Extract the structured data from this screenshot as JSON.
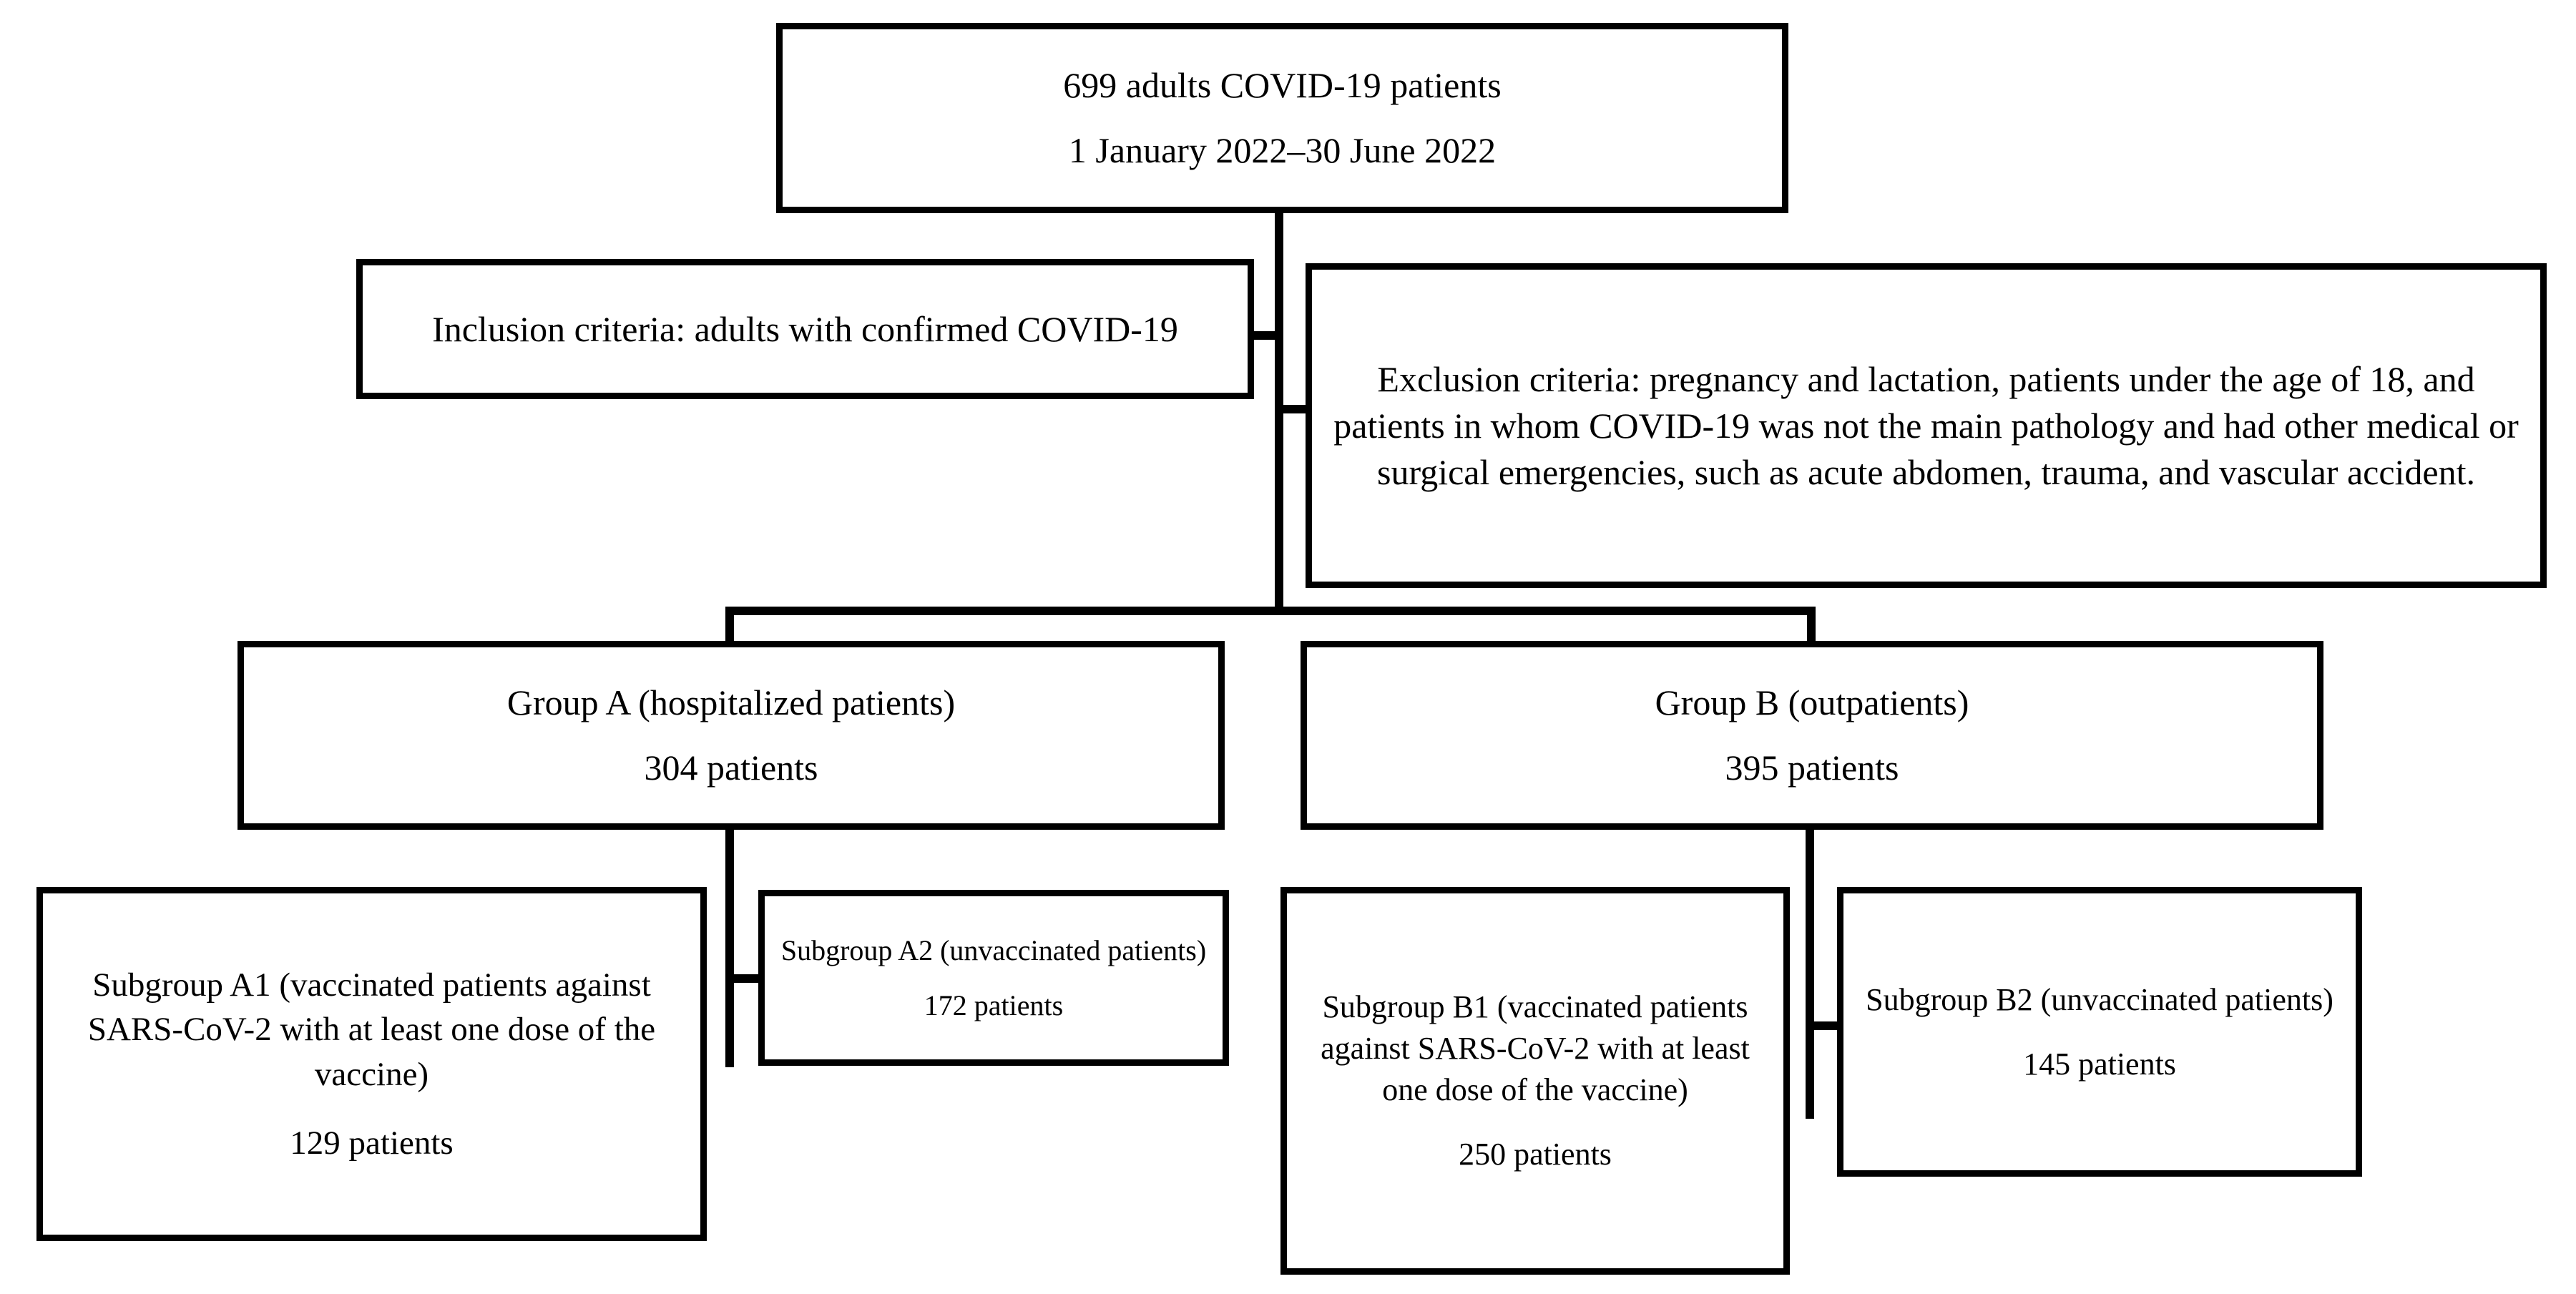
{
  "diagram": {
    "title": "Study population flowchart",
    "type": "flowchart",
    "line_color": "#000000",
    "background_color": "#ffffff",
    "text_color": "#000000"
  },
  "nodes": {
    "top": {
      "line1": "699 adults COVID-19 patients",
      "line2": "1 January 2022–30 June 2022",
      "total_patients": 699,
      "period_start": "1 January 2022",
      "period_end": "30 June 2022"
    },
    "inclusion": {
      "text": "Inclusion criteria: adults with confirmed COVID-19"
    },
    "exclusion": {
      "text": "Exclusion criteria: pregnancy and lactation, patients under the age of 18, and patients in whom COVID-19 was not the main pathology and had other medical or surgical emergencies, such as acute abdomen, trauma, and vascular accident."
    },
    "group_a": {
      "line1": "Group A (hospitalized patients)",
      "line2": "304 patients",
      "count": 304
    },
    "group_b": {
      "line1": "Group B (outpatients)",
      "line2": "395 patients",
      "count": 395
    },
    "subgroup_a1": {
      "line1": "Subgroup A1 (vaccinated patients against SARS-CoV-2 with at least one dose of the vaccine)",
      "line2": "129 patients",
      "count": 129
    },
    "subgroup_a2": {
      "line1": "Subgroup A2 (unvaccinated patients)",
      "line2": "172 patients",
      "count": 172
    },
    "subgroup_b1": {
      "line1": "Subgroup B1 (vaccinated patients against SARS-CoV-2 with at least one dose of the vaccine)",
      "line2": "250 patients",
      "count": 250
    },
    "subgroup_b2": {
      "line1": "Subgroup B2 (unvaccinated patients)",
      "line2": "145 patients",
      "count": 145
    }
  },
  "chart_data": {
    "type": "flowchart",
    "title": "699 adults COVID-19 patients, 1 January 2022–30 June 2022",
    "nodes": [
      {
        "id": "top",
        "label": "699 adults COVID-19 patients / 1 January 2022–30 June 2022",
        "value": 699
      },
      {
        "id": "inclusion",
        "label": "Inclusion criteria: adults with confirmed COVID-19",
        "value": null
      },
      {
        "id": "exclusion",
        "label": "Exclusion criteria: pregnancy and lactation, patients under the age of 18, and patients in whom COVID-19 was not the main pathology and had other medical or surgical emergencies, such as acute abdomen, trauma, and vascular accident.",
        "value": null
      },
      {
        "id": "group_a",
        "label": "Group A (hospitalized patients)",
        "value": 304
      },
      {
        "id": "group_b",
        "label": "Group B (outpatients)",
        "value": 395
      },
      {
        "id": "subgroup_a1",
        "label": "Subgroup A1 (vaccinated patients against SARS-CoV-2 with at least one dose of the vaccine)",
        "value": 129
      },
      {
        "id": "subgroup_a2",
        "label": "Subgroup A2 (unvaccinated patients)",
        "value": 172
      },
      {
        "id": "subgroup_b1",
        "label": "Subgroup B1 (vaccinated patients against SARS-CoV-2 with at least one dose of the vaccine)",
        "value": 250
      },
      {
        "id": "subgroup_b2",
        "label": "Subgroup B2 (unvaccinated patients)",
        "value": 145
      }
    ],
    "edges": [
      {
        "from": "top",
        "to": "inclusion"
      },
      {
        "from": "top",
        "to": "exclusion"
      },
      {
        "from": "top",
        "to": "group_a"
      },
      {
        "from": "top",
        "to": "group_b"
      },
      {
        "from": "group_a",
        "to": "subgroup_a1"
      },
      {
        "from": "group_a",
        "to": "subgroup_a2"
      },
      {
        "from": "group_b",
        "to": "subgroup_b1"
      },
      {
        "from": "group_b",
        "to": "subgroup_b2"
      }
    ]
  }
}
